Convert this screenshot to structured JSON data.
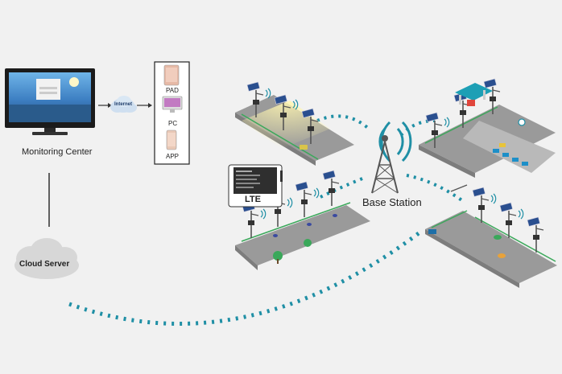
{
  "labels": {
    "monitoring_center": "Monitoring Center",
    "internet": "Internet",
    "pad": "PAD",
    "pc": "PC",
    "app": "APP",
    "base_station": "Base Station",
    "cloud_server": "Cloud Server",
    "lte": "LTE"
  },
  "colors": {
    "background": "#f1f1f1",
    "signal_teal": "#1f8fa5",
    "road": "#9a9a9a",
    "road_light": "#b9b9b9",
    "grass": "#3aa85a",
    "cloud": "#d7d7d7",
    "panel": "#2a4f8f"
  },
  "icons": [
    "monitor-icon",
    "cloud-icon",
    "tablet-icon",
    "desktop-icon",
    "phone-icon",
    "cell-tower-icon",
    "solar-panel-icon",
    "street-lamp-icon",
    "lte-controller-icon",
    "gas-station-icon"
  ]
}
